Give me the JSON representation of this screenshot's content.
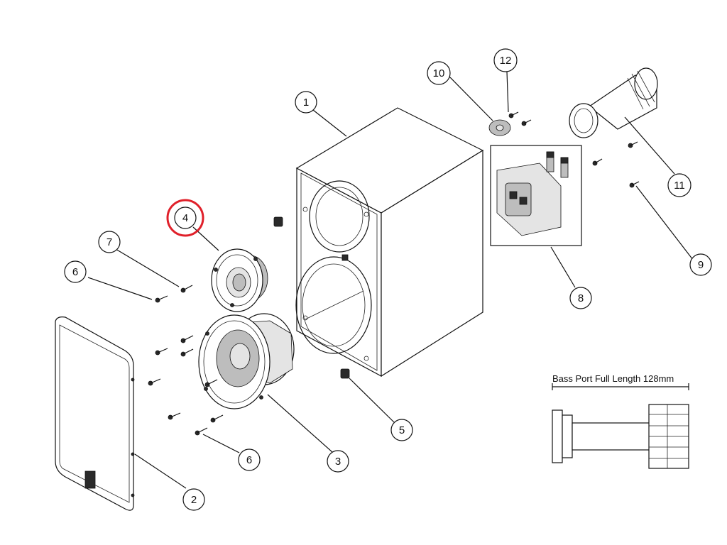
{
  "callouts": [
    {
      "id": "c1",
      "number": "1"
    },
    {
      "id": "c2",
      "number": "2"
    },
    {
      "id": "c3",
      "number": "3"
    },
    {
      "id": "c4",
      "number": "4",
      "highlighted": true
    },
    {
      "id": "c5",
      "number": "5"
    },
    {
      "id": "c6a",
      "number": "6"
    },
    {
      "id": "c6b",
      "number": "6"
    },
    {
      "id": "c7",
      "number": "7"
    },
    {
      "id": "c8",
      "number": "8"
    },
    {
      "id": "c9",
      "number": "9"
    },
    {
      "id": "c10",
      "number": "10"
    },
    {
      "id": "c11",
      "number": "11"
    },
    {
      "id": "c12",
      "number": "12"
    }
  ],
  "bass_port": {
    "title": "Bass Port Full Length 128mm"
  },
  "colors": {
    "line": "#111111",
    "highlight": "#e0202a",
    "background": "#ffffff"
  }
}
